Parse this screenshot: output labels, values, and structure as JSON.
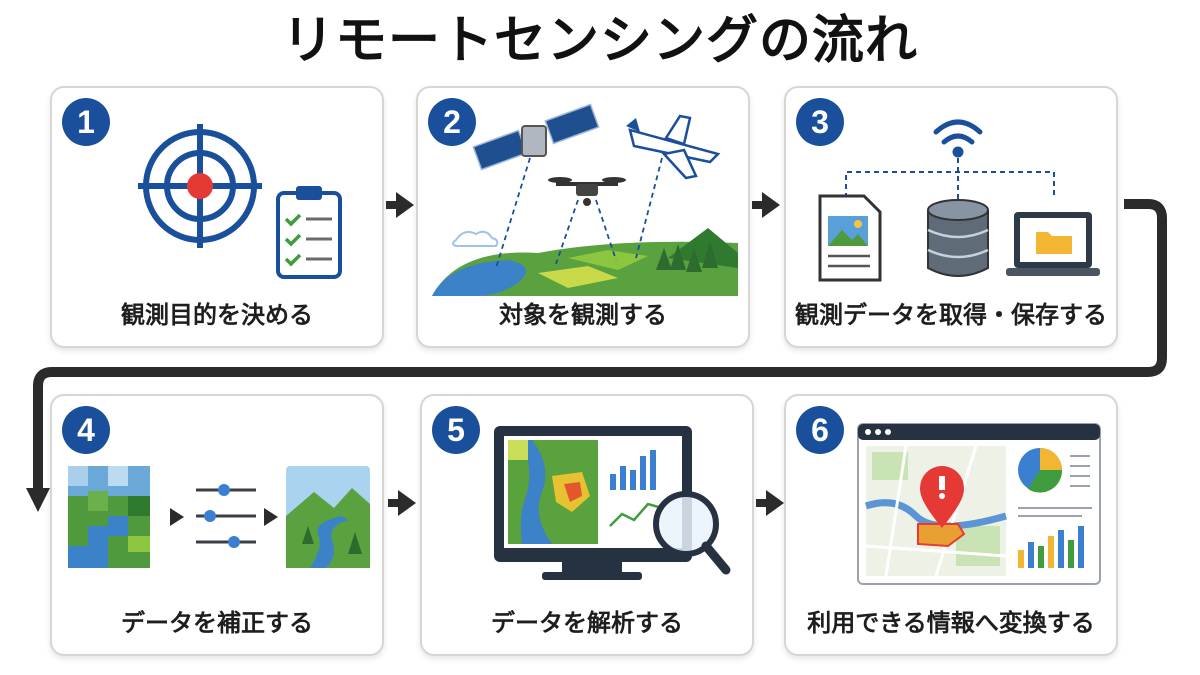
{
  "title": "リモートセンシングの流れ",
  "steps": [
    {
      "number": "1",
      "label": "観測目的を決める"
    },
    {
      "number": "2",
      "label": "対象を観測する"
    },
    {
      "number": "3",
      "label": "観測データを取得・保存する"
    },
    {
      "number": "4",
      "label": "データを補正する"
    },
    {
      "number": "5",
      "label": "データを解析する"
    },
    {
      "number": "6",
      "label": "利用できる情報へ変換する"
    }
  ],
  "colors": {
    "badge": "#1a4f9c",
    "arrow": "#2b2b2b",
    "card_border": "#d6d6d6",
    "accent_red": "#e53935",
    "accent_green": "#3f9d3f",
    "accent_blue": "#3b7fd1"
  },
  "icons": [
    "target-icon",
    "checklist-icon",
    "satellite-icon",
    "drone-icon",
    "airplane-icon",
    "landscape-icon",
    "wifi-icon",
    "document-icon",
    "database-icon",
    "laptop-icon",
    "pixelated-image-icon",
    "sliders-icon",
    "corrected-image-icon",
    "monitor-icon",
    "magnifier-icon",
    "map-window-icon",
    "location-pin-icon",
    "pie-chart-icon",
    "bar-chart-icon"
  ]
}
